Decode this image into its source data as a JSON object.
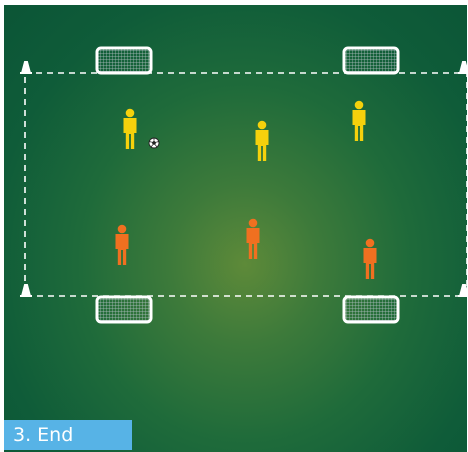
{
  "diagram": {
    "stage_label": "3. End",
    "colors": {
      "pitch_dark": "#0b5536",
      "pitch_light": "#5e8a39",
      "line": "#ffffff",
      "team_yellow": "#f5d10c",
      "team_orange": "#f07020",
      "label_bg": "#57b3e6"
    },
    "icons": {
      "player": "player-icon",
      "goal": "goal-icon",
      "cone": "cone-icon",
      "ball": "soccer-ball-icon"
    },
    "counts": {
      "yellow_players": 3,
      "orange_players": 3,
      "mini_goals": 4,
      "cones": 4,
      "balls": 1
    }
  }
}
